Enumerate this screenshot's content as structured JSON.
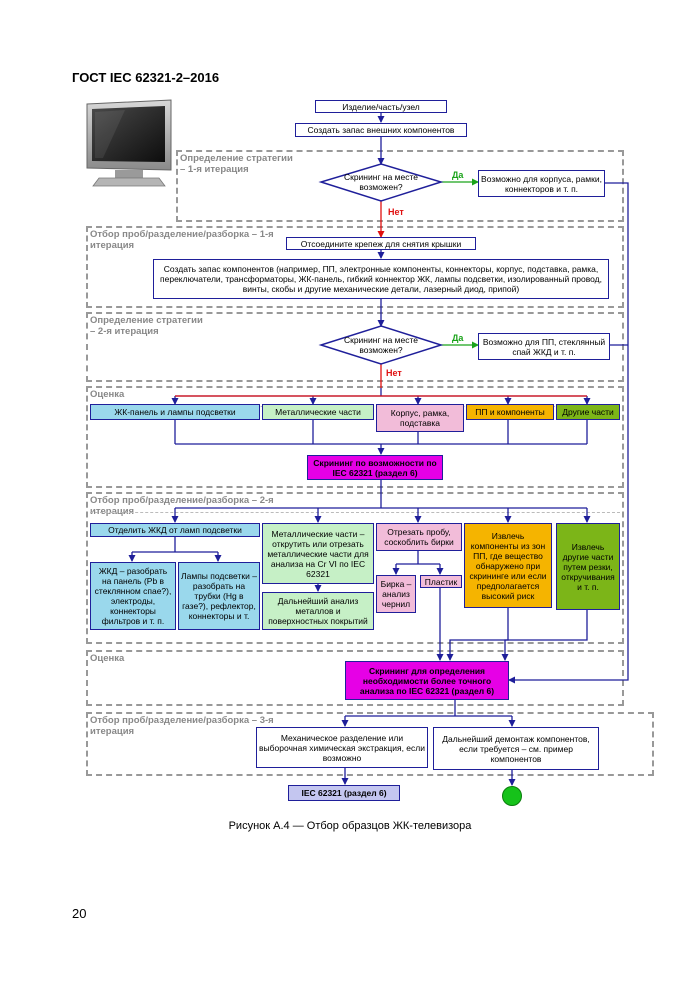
{
  "header": {
    "title": "ГОСТ IEC 62321-2–2016"
  },
  "page_number": "20",
  "caption": "Рисунок А.4 — Отбор образцов ЖК-телевизора",
  "frames": {
    "strategy1": "Определение стратегии – 1-я итерация",
    "disassembly1": "Отбор проб/разделение/разборка – 1-я итерация",
    "strategy2": "Определение стратегии – 2-я итерация",
    "assessment1": "Оценка",
    "disassembly2": "Отбор проб/разделение/разборка – 2-я итерация",
    "assessment2": "Оценка",
    "disassembly3": "Отбор проб/разделение/разборка – 3-я итерация"
  },
  "nodes": {
    "product": "Изделие/часть/узел",
    "stock_external": "Создать запас внешних компонентов",
    "screening1": "Скрининг на месте возможен?",
    "possible_case": "Возможно для корпуса, рамки, коннекторов и т. п.",
    "detach": "Отсоедините крепеж для снятия крышки",
    "stock_components": "Создать запас компонентов (например, ПП, электронные компоненты, коннекторы, корпус, подставка, рамка, переключатели, трансформаторы, ЖК-панель, гибкий коннектор ЖК, лампы подсветки, изолированный провод, винты, скобы и другие механические детали, лазерный диод, припой)",
    "screening2": "Скрининг на месте возможен?",
    "possible_pcb": "Возможно для ПП, стеклянный спай ЖКД и т. п.",
    "cat_lcd": "ЖК-панель и лампы подсветки",
    "cat_metal": "Металлические части",
    "cat_case": "Корпус, рамка, подставка",
    "cat_pcb": "ПП и компоненты",
    "cat_other": "Другие части",
    "screening_feasible": "Скрининг по возможности по IEC 62321 (раздел 6)",
    "separate_lcd": "Отделить ЖКД от ламп подсветки",
    "lcd_disassemble": "ЖКД – разобрать на панель (Pb в стеклянном спае?), электроды, коннекторы фильтров и т. п.",
    "lamps_disassemble": "Лампы подсветки – разобрать на трубки (Hg в газе?), рефлектор, коннекторы и т.",
    "metal_cut": "Металлические части – открутить или отрезать металлические части для анализа на Cr VI по IEC 62321",
    "metal_further": "Дальнейший анализ металлов и поверхностных покрытий",
    "cut_sample": "Отрезать пробу, соскоблить бирки",
    "label_ink": "Бирка – анализ чернил",
    "plastic": "Пластик",
    "extract_pcb": "Извлечь компоненты из зон ПП, где вещество обнаружено при скрининге или если предполагается высокий риск",
    "extract_other": "Извлечь другие части путем резки, откручивания и т. п.",
    "screening_accurate": "Скрининг для определения необходимости более точного анализа по IEC 62321 (раздел 6)",
    "mechanical_sep": "Механическое разделение или выборочная химическая экстракция, если возможно",
    "further_dismantle": "Дальнейший демонтаж компонентов, если требуется – см. пример компонентов",
    "iec_section6": "IEC 62321 (раздел 6)"
  },
  "labels": {
    "yes": "Да",
    "no": "Нет"
  },
  "colors": {
    "box_border": "#1f1f9a",
    "lcd_fill": "#9ad8ec",
    "metal_fill": "#c6f0c6",
    "case_fill": "#f2bcd9",
    "pcb_fill": "#f5b400",
    "other_fill": "#7cb518",
    "magenta_fill": "#e600e6",
    "iec_fill": "#c4c6f0",
    "end_fill": "#16c21a",
    "yes_color": "#1aa31a",
    "no_color": "#e01010",
    "arrow": "#1f1f9a"
  },
  "icons": {
    "tv": "lcd-tv-icon",
    "end": "end-circle-icon"
  }
}
